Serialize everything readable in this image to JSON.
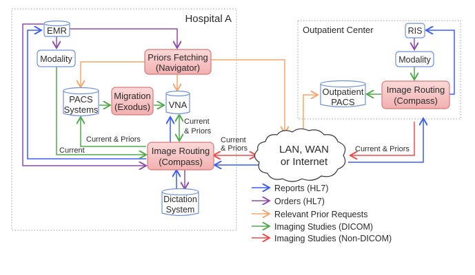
{
  "regions": {
    "hospital": "Hospital A",
    "outpatient": "Outpatient Center"
  },
  "nodes": {
    "emr": "EMR",
    "modality_a": "Modality",
    "priors_fetching": [
      "Priors Fetching",
      "(Navigator)"
    ],
    "pacs_systems": [
      "PACS",
      "Systems"
    ],
    "migration": [
      "Migration",
      "(Exodus)"
    ],
    "vna": "VNA",
    "image_routing_a": [
      "Image Routing",
      "(Compass)"
    ],
    "dictation": [
      "Dictation",
      "System"
    ],
    "network": [
      "LAN, WAN",
      "or Internet"
    ],
    "ris": "RIS",
    "modality_b": "Modality",
    "outpatient_pacs": [
      "Outpatient",
      "PACS"
    ],
    "image_routing_b": [
      "Image Routing",
      "(Compass)"
    ]
  },
  "edge_labels": {
    "vna_current_priors": [
      "Current",
      "& Priors"
    ],
    "pacs_current_priors": "Current & Priors",
    "current": "Current",
    "net_current_priors": [
      "Current",
      "& Priors"
    ],
    "outpatient_current_priors": "Current & Priors"
  },
  "legend": [
    {
      "label": "Reports (HL7)",
      "color": "#3b5bf5"
    },
    {
      "label": "Orders (HL7)",
      "color": "#8e4aa8"
    },
    {
      "label": "Relevant Prior Requests",
      "color": "#f5a56a"
    },
    {
      "label": "Imaging Studies (DICOM)",
      "color": "#4fa84a"
    },
    {
      "label": "Imaging Studies (Non-DICOM)",
      "color": "#f04848"
    }
  ],
  "colors": {
    "blue": "#3b5bf5",
    "purple": "#8e4aa8",
    "orange": "#f5a56a",
    "green": "#4fa84a",
    "red": "#f04848",
    "node_border": "#6f8fd6",
    "process_fill": "#f6c3c3",
    "process_border": "#d97777"
  }
}
